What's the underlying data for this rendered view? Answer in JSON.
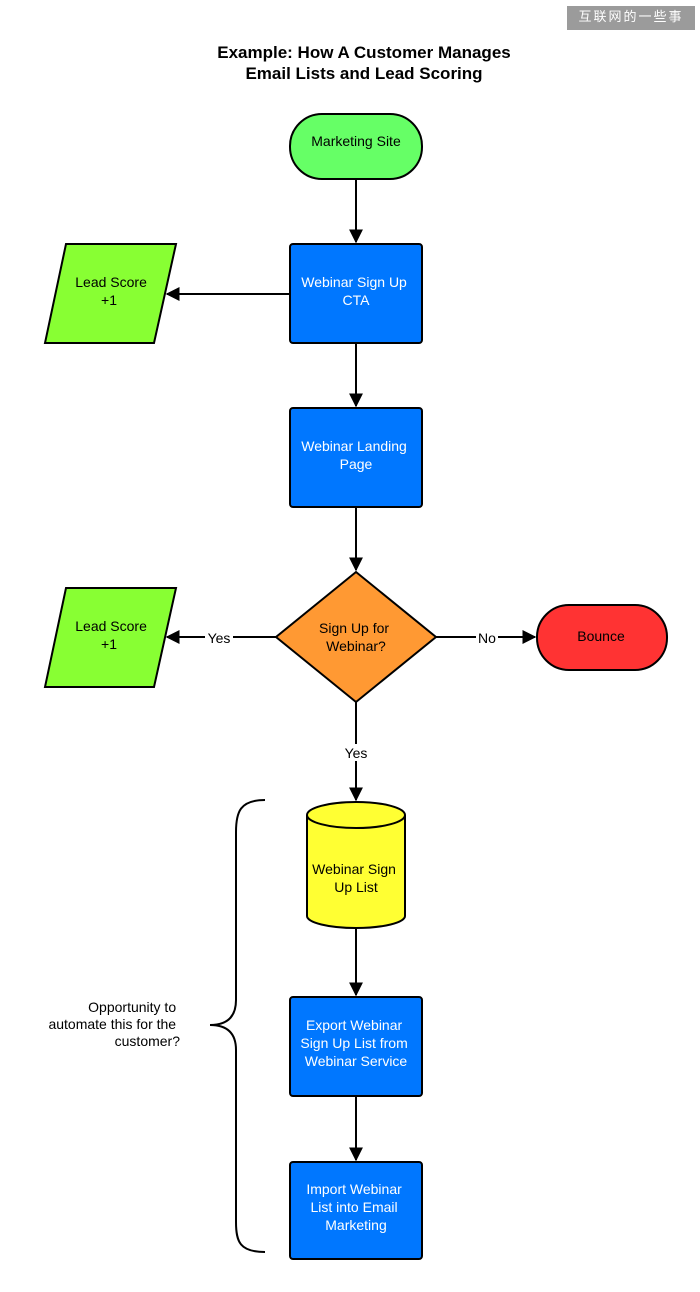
{
  "watermark": "互联网的一些事",
  "title": {
    "line1": "Example: How A Customer Manages",
    "line2": "Email Lists and Lead Scoring"
  },
  "nodes": {
    "marketing_site": {
      "lines": [
        "Marketing Site"
      ],
      "color": "#66FF66"
    },
    "webinar_cta": {
      "lines": [
        "Webinar Sign Up",
        "CTA"
      ],
      "color": "#0077FF"
    },
    "lead_score_1": {
      "lines": [
        "Lead Score",
        "+1"
      ],
      "color": "#88FF33"
    },
    "landing_page": {
      "lines": [
        "Webinar Landing",
        "Page"
      ],
      "color": "#0077FF"
    },
    "decision": {
      "lines": [
        "Sign Up for",
        "Webinar?"
      ],
      "color": "#FF9933"
    },
    "lead_score_2": {
      "lines": [
        "Lead Score",
        "+1"
      ],
      "color": "#88FF33"
    },
    "bounce": {
      "lines": [
        "Bounce"
      ],
      "color": "#FF3333"
    },
    "signup_list": {
      "lines": [
        "Webinar Sign",
        "Up List"
      ],
      "color": "#FFFF33"
    },
    "export_list": {
      "lines": [
        "Export Webinar",
        "Sign Up List from",
        "Webinar Service"
      ],
      "color": "#0077FF"
    },
    "import_list": {
      "lines": [
        "Import Webinar",
        "List into Email",
        "Marketing"
      ],
      "color": "#0077FF"
    }
  },
  "edge_labels": {
    "yes_left": "Yes",
    "no_right": "No",
    "yes_down": "Yes"
  },
  "annotation": {
    "lines": [
      "Opportunity to",
      "automate this for the",
      "customer?"
    ]
  }
}
